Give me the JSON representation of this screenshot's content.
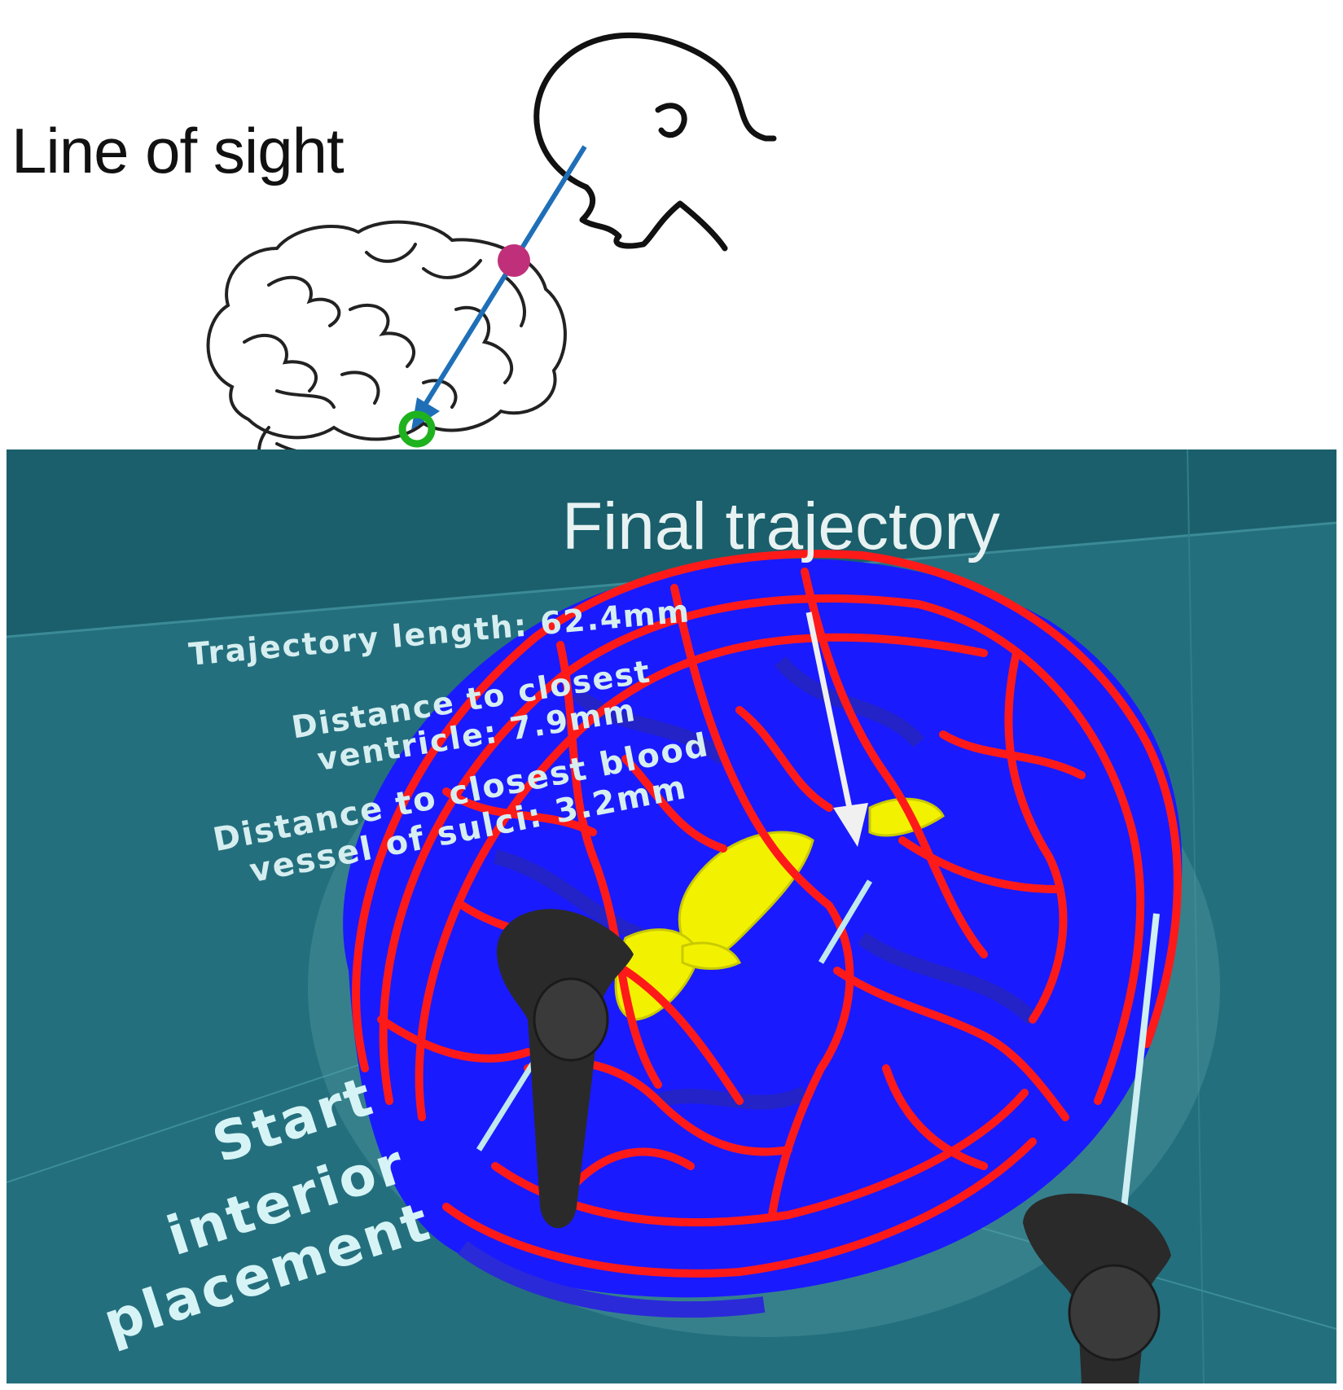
{
  "labels": {
    "line_of_sight": "Line of sight",
    "final_trajectory": "Final trajectory",
    "trajectory_length": "Trajectory length: 62.4mm",
    "distance_ventricle_line1": "Distance to closest",
    "distance_ventricle_line2": "ventricle: 7.9mm",
    "distance_vessel_line1": "Distance to closest blood",
    "distance_vessel_line2": "vessel of sulci: 3.2mm",
    "start_line1": "Start",
    "start_line2": "interior",
    "start_line3": "placement"
  },
  "colors": {
    "scene_background": "#1f6a78",
    "vessel_red": "#ff1a1a",
    "brain_blue": "#1a1aff",
    "ventricle_yellow": "#f2f200",
    "sight_line_blue": "#1f6fb8",
    "entry_point_magenta": "#c0307a",
    "target_ring_green": "#1fb21f"
  },
  "icons": [
    "head-profile-icon",
    "brain-icon",
    "vr-controller-icon"
  ]
}
